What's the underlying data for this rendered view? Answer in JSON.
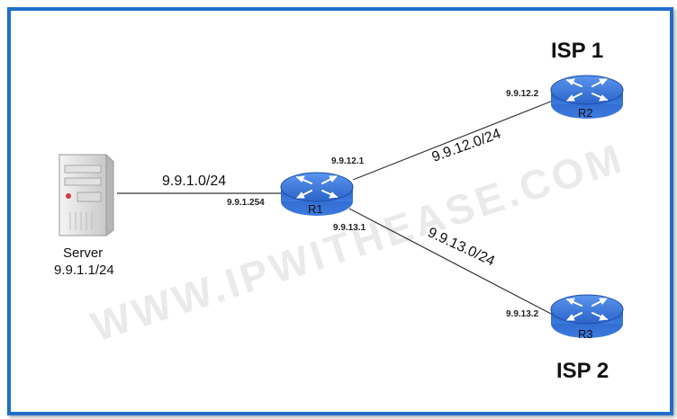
{
  "watermark": "WWW.IPWITHEASE.COM",
  "server": {
    "label": "Server",
    "ip": "9.9.1.1/24"
  },
  "links": {
    "server_r1": {
      "network": "9.9.1.0/24",
      "r1_ip": "9.9.1.254"
    },
    "r1_r2": {
      "network": "9.9.12.0/24",
      "r1_ip": "9.9.12.1",
      "r2_ip": "9.9.12.2"
    },
    "r1_r3": {
      "network": "9.9.13.0/24",
      "r1_ip": "9.9.13.1",
      "r3_ip": "9.9.13.2"
    }
  },
  "routers": {
    "r1": {
      "label": "R1"
    },
    "r2": {
      "label": "R2",
      "isp": "ISP 1"
    },
    "r3": {
      "label": "R3",
      "isp": "ISP 2"
    }
  },
  "colors": {
    "border": "#1f6fc8",
    "router": "#2f6fd6",
    "link": "#333333"
  }
}
